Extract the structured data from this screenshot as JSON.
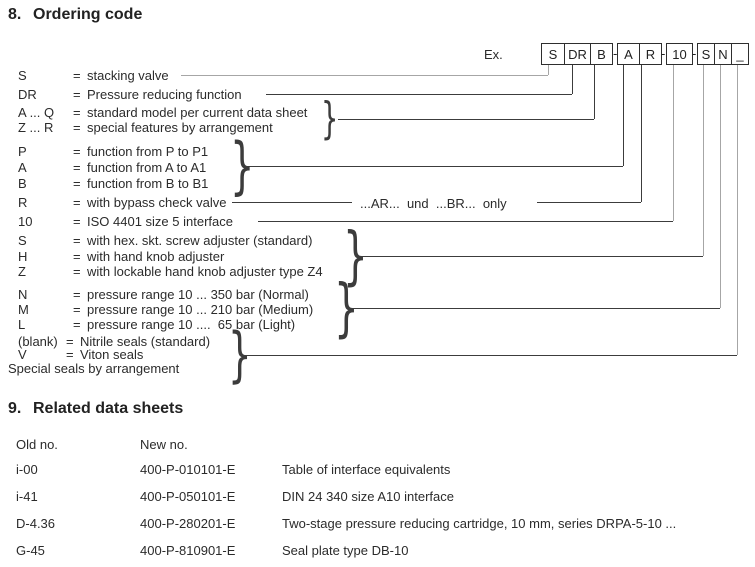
{
  "colors": {
    "line_dark": "#3c3c3c",
    "line_grey": "#a6a6a6",
    "text": "#2b2b2b"
  },
  "section8": {
    "number": "8.",
    "title": "Ordering code",
    "example_label": "Ex.",
    "separator": "-",
    "code_boxes": {
      "group1": [
        "S",
        "DR",
        "B"
      ],
      "group2": [
        "A",
        "R"
      ],
      "group3": [
        "10"
      ],
      "group4": [
        "S",
        "N",
        "_"
      ]
    },
    "bypass_note": "...AR...  und  ...BR...  only",
    "rows": [
      {
        "code": "S",
        "eq": "=",
        "desc": "stacking valve"
      },
      {
        "code": "DR",
        "eq": "=",
        "desc": "Pressure reducing function"
      },
      {
        "code": "A ... Q",
        "eq": "=",
        "desc": "standard model per current data sheet"
      },
      {
        "code": "Z ... R",
        "eq": "=",
        "desc": "special features by arrangement"
      },
      {
        "code": "P",
        "eq": "=",
        "desc": "function from P to P1"
      },
      {
        "code": "A",
        "eq": "=",
        "desc": "function from A to A1"
      },
      {
        "code": "B",
        "eq": "=",
        "desc": "function from B to B1"
      },
      {
        "code": "R",
        "eq": "=",
        "desc": "with bypass check valve"
      },
      {
        "code": "10",
        "eq": "=",
        "desc": "ISO 4401 size 5 interface"
      },
      {
        "code": "S",
        "eq": "=",
        "desc": "with hex. skt. screw adjuster (standard)"
      },
      {
        "code": "H",
        "eq": "=",
        "desc": "with hand knob adjuster"
      },
      {
        "code": "Z",
        "eq": "=",
        "desc": "with lockable hand knob adjuster type Z4"
      },
      {
        "code": "N",
        "eq": "=",
        "desc": "pressure range 10 ... 350 bar (Normal)"
      },
      {
        "code": "M",
        "eq": "=",
        "desc": "pressure range 10 ... 210 bar (Medium)"
      },
      {
        "code": "L",
        "eq": "=",
        "desc": "pressure range 10 ....  65 bar (Light)"
      },
      {
        "code": "(blank)",
        "eq": "=",
        "desc": "Nitrile seals (standard)"
      },
      {
        "code": "V",
        "eq": "=",
        "desc": "Viton seals"
      },
      {
        "code": "",
        "eq": "",
        "desc": "Special seals by arrangement"
      }
    ]
  },
  "section9": {
    "number": "9.",
    "title": "Related data sheets",
    "headers": {
      "old": "Old no.",
      "new": "New no."
    },
    "rows": [
      {
        "old": "i-00",
        "new": "400-P-010101-E",
        "desc": "Table of interface equivalents"
      },
      {
        "old": "i-41",
        "new": "400-P-050101-E",
        "desc": "DIN 24 340 size A10 interface"
      },
      {
        "old": "D-4.36",
        "new": "400-P-280201-E",
        "desc": "Two-stage pressure reducing cartridge, 10 mm, series DRPA-5-10 ..."
      },
      {
        "old": "G-45",
        "new": "400-P-810901-E",
        "desc": "Seal plate type DB-10"
      }
    ]
  }
}
